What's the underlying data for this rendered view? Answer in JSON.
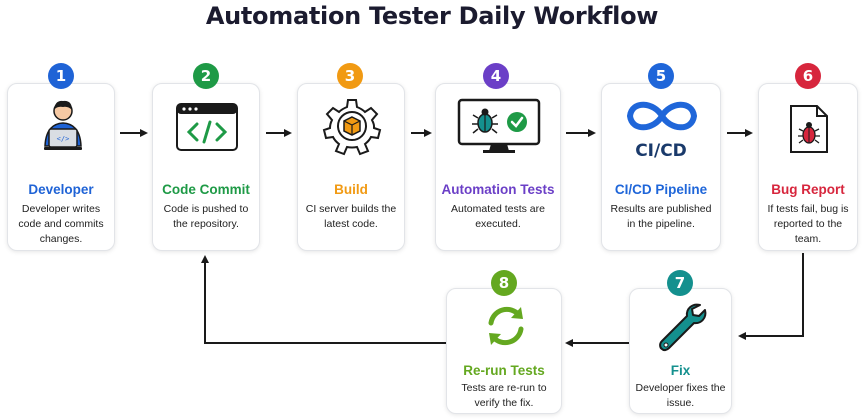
{
  "title": "Automation Tester Daily Workflow",
  "colors": {
    "blue": "#1f63d6",
    "green": "#1e9a46",
    "orange": "#f19a13",
    "purple": "#6b3fc7",
    "cicd_blue": "#1f66d9",
    "red": "#d7263d",
    "teal": "#14908e",
    "lime": "#64a820"
  },
  "steps": [
    {
      "number": "1",
      "label": "Developer",
      "description": "Developer writes code and commits changes.",
      "icon": "developer-laptop-icon"
    },
    {
      "number": "2",
      "label": "Code Commit",
      "description": "Code is pushed to the repository.",
      "icon": "code-window-icon"
    },
    {
      "number": "3",
      "label": "Build",
      "description": "CI server builds the latest code.",
      "icon": "gear-box-icon"
    },
    {
      "number": "4",
      "label": "Automation Tests",
      "description": "Automated tests are executed.",
      "icon": "monitor-bug-check-icon"
    },
    {
      "number": "5",
      "label": "CI/CD Pipeline",
      "description": "Results are published in the pipeline.",
      "icon": "infinity-icon",
      "icon_text": "CI/CD"
    },
    {
      "number": "6",
      "label": "Bug Report",
      "description": "If tests fail, bug is reported to the team.",
      "icon": "document-bug-icon"
    },
    {
      "number": "7",
      "label": "Fix",
      "description": "Developer fixes the issue.",
      "icon": "wrench-icon"
    },
    {
      "number": "8",
      "label": "Re-run Tests",
      "description": "Tests are re-run to verify the fix.",
      "icon": "refresh-arrows-icon"
    }
  ]
}
